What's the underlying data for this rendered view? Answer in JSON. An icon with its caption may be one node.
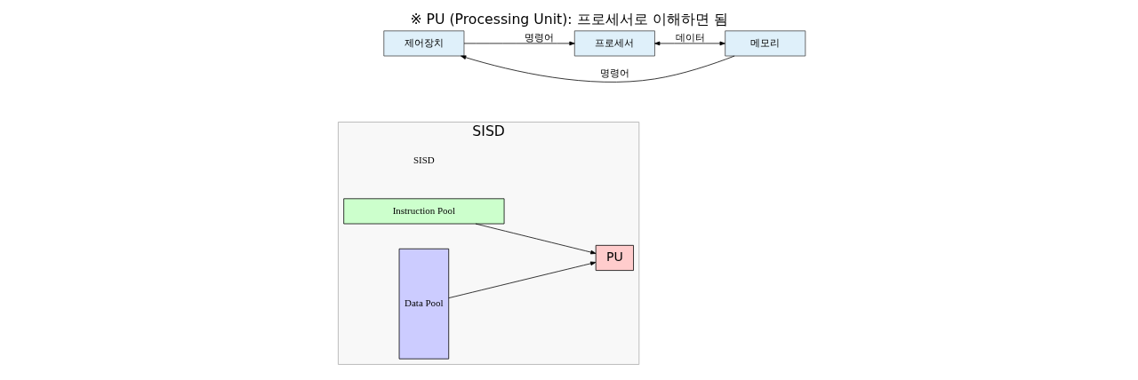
{
  "diagram": {
    "title": "※ PU (Processing Unit): 프로세서로 이해하면 됨",
    "nodes": [
      {
        "text": [
          "SISD"
        ]
      },
      {
        "text": [
          "Instruction Pool"
        ],
        "in": 0
      },
      {
        "text": [
          "Data Pool"
        ],
        "in": 0
      },
      {
        "text": [
          "PU"
        ],
        "in": 0
      },
      {
        "text": [
          "제어장치"
        ]
      },
      {
        "text": [
          "프로세서"
        ]
      },
      {
        "text": [
          "메모리"
        ]
      }
    ],
    "edges": [
      {
        "from": 1,
        "to": 3,
        "arrow": "to"
      },
      {
        "from": 2,
        "to": 3,
        "arrow": "to"
      },
      {
        "from": 4,
        "to": 5,
        "arrow": "to",
        "label": "명령어"
      },
      {
        "from": 5,
        "to": 6,
        "arrow": "both",
        "label": "데이터"
      },
      {
        "from": 6,
        "to": 4,
        "arrow": "to",
        "label": "명령어"
      }
    ],
    "labels": [
      "SISD"
    ]
  }
}
